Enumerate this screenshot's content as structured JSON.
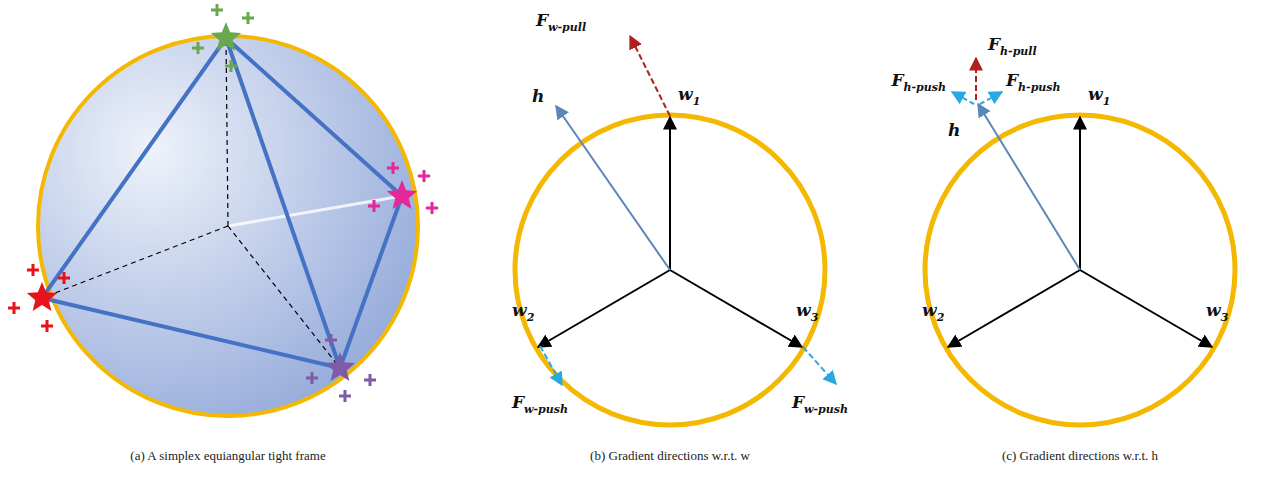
{
  "diagram": {
    "labels": [
      "(a) A simplex equiangular tight frame",
      "(b) Gradient directions w.r.t. w",
      "(c) Gradient directions w.r.t. h",
      "F",
      "w-pull",
      "h",
      "w",
      "1",
      "w",
      "2",
      "F",
      "w-push",
      "w",
      "3",
      "F",
      "w-push",
      "F",
      "h-pull",
      "F",
      "h-push",
      "F",
      "h-push",
      "h",
      "w",
      "1",
      "w",
      "2",
      "w",
      "3"
    ]
  }
}
